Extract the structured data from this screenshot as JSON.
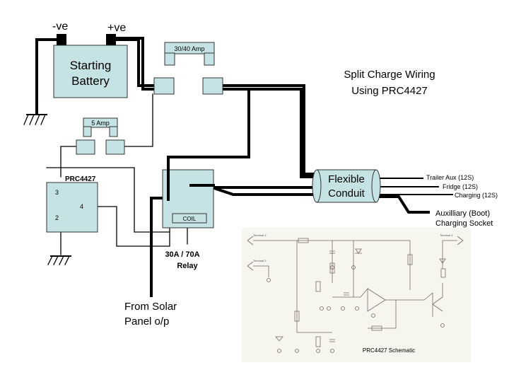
{
  "battery": {
    "neg_label": "-ve",
    "pos_label": "+ve",
    "label_line1": "Starting",
    "label_line2": "Battery"
  },
  "fuses": {
    "main_label": "30/40 Amp",
    "small_label": "5 Amp"
  },
  "title": {
    "line1": "Split Charge Wiring",
    "line2": "Using PRC4427"
  },
  "prc": {
    "name": "PRC4427",
    "pin3": "3",
    "pin4": "4",
    "pin2": "2"
  },
  "relay": {
    "coil_label": "COIL",
    "label_line1": "30A / 70A",
    "label_line2": "Relay"
  },
  "conduit": {
    "label_line1": "Flexible",
    "label_line2": "Conduit"
  },
  "outputs": {
    "trailer": "Trailer Aux (12S)",
    "fridge": "Fridge (12S)",
    "charging": "Charging (12S)",
    "aux_line1": "Auxilliary (Boot)",
    "aux_line2": "Charging Socket"
  },
  "solar": {
    "line1": "From Solar",
    "line2": "Panel o/p"
  },
  "schematic": {
    "caption": "PRC4427 Schematic",
    "terminal3": "Terminal 3",
    "terminal2": "Terminal 2",
    "terminal4": "Terminal 4"
  },
  "colors": {
    "component_fill": "#c5e3e4",
    "wire": "#000000",
    "schematic_bg": "#f6f5ee"
  }
}
